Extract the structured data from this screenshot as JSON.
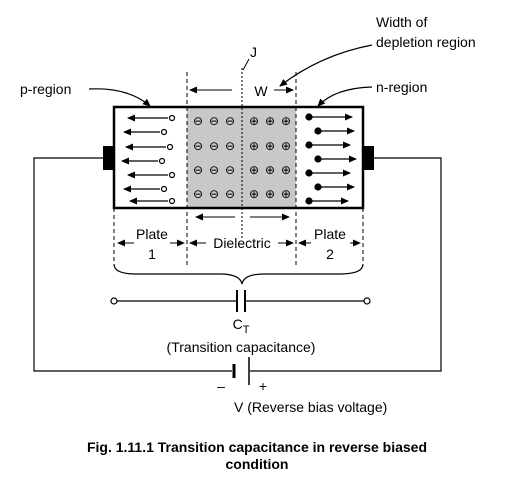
{
  "labels": {
    "width_line1": "Width of",
    "width_line2": "depletion region",
    "junction": "J",
    "width_w": "W",
    "p_region": "p-region",
    "n_region": "n-region",
    "plate1_line1": "Plate",
    "plate1_line2": "1",
    "dielectric": "Dielectric",
    "plate2_line1": "Plate",
    "plate2_line2": "2",
    "ct_main": "C",
    "ct_sub": "T",
    "transition": "(Transition capacitance)",
    "minus": "–",
    "plus": "+",
    "voltage": "V  (Reverse bias voltage)"
  },
  "symbols": {
    "negative_ion": "⊖",
    "positive_ion": "⊕"
  },
  "caption": {
    "line1": "Fig. 1.11.1 Transition capacitance in reverse biased",
    "line2": "condition"
  },
  "colors": {
    "depletion_fill": "#c8c8c8",
    "ink": "#000000"
  }
}
